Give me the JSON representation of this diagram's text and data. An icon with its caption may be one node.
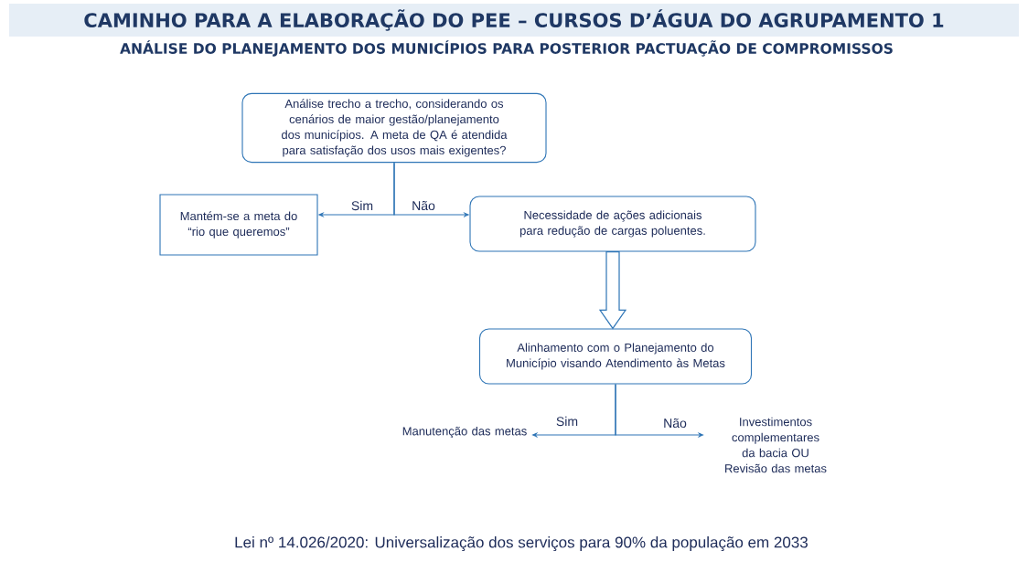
{
  "diagram": {
    "title": "CAMINHO PARA A ELABORAÇÃO DO PEE – CURSOS D’ÁGUA DO AGRUPAMENTO 1",
    "nodes": [
      {
        "text": [
          "Análise trecho a trecho, considerando os cenários de maior gestão/planejamento dos municípios. A meta de QA é atendida para satisfação dos usos mais exigentes?"
        ]
      },
      {
        "text": [
          "Mantém-se a meta do “rio que queremos”"
        ]
      },
      {
        "text": [
          "Necessidade de ações adicionais para redução de cargas poluentes."
        ]
      },
      {
        "text": [
          "Alinhamento com o Planejamento do Município visando Atendimento às Metas"
        ]
      },
      {
        "text": [
          "Manutenção das metas"
        ]
      },
      {
        "text": [
          "Investimentos complementares da bacia OU Revisão das metas"
        ]
      }
    ],
    "edges": [
      {
        "from": 0,
        "to": 1,
        "arrow": "to",
        "label": "Sim"
      },
      {
        "from": 0,
        "to": 2,
        "arrow": "to",
        "label": "Não"
      },
      {
        "from": 2,
        "to": 3,
        "arrow": "to",
        "style": "thick"
      },
      {
        "from": 3,
        "to": 4,
        "arrow": "to",
        "label": "Sim"
      },
      {
        "from": 3,
        "to": 5,
        "arrow": "to",
        "label": "Não"
      }
    ],
    "labels": [
      "ANÁLISE DO PLANEJAMENTO DOS MUNICÍPIOS PARA POSTERIOR PACTUAÇÃO DE COMPROMISSOS",
      "Lei nº 14.026/2020: Universalização dos serviços para 90% da população em 2033"
    ]
  }
}
